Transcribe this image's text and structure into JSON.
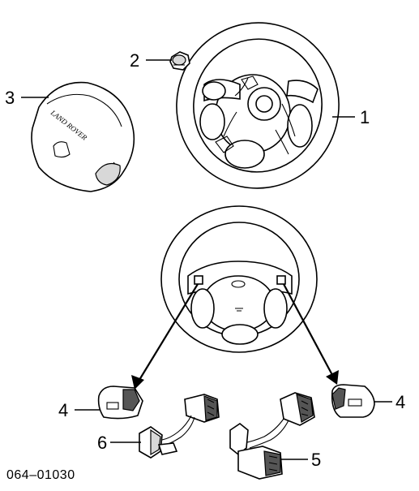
{
  "diagram": {
    "reference_code": "064–01030",
    "badge_text": "LAND ROVER",
    "callouts": [
      {
        "id": "steering-wheel",
        "label": "1"
      },
      {
        "id": "nut",
        "label": "2"
      },
      {
        "id": "airbag-cover",
        "label": "3"
      },
      {
        "id": "switch-cover-left",
        "label": "4"
      },
      {
        "id": "switch-cover-right",
        "label": "4"
      },
      {
        "id": "switch-assembly-right",
        "label": "5"
      },
      {
        "id": "switch-assembly-left",
        "label": "6"
      }
    ]
  }
}
